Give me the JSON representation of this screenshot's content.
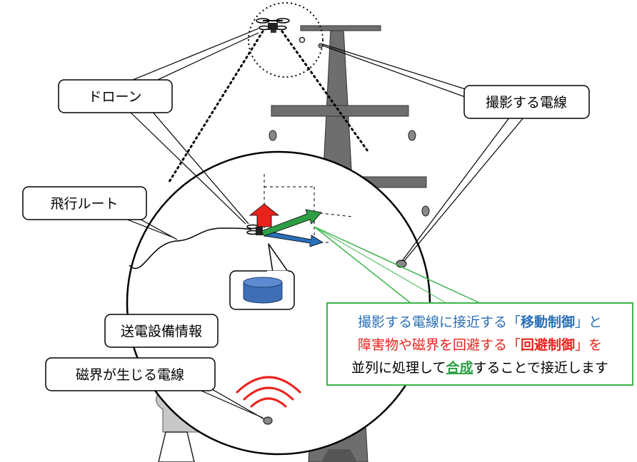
{
  "labels": {
    "drone": "ドローン",
    "target_line": "撮影する電線",
    "flight_route": "飛行ルート",
    "equipment_info": "送電設備情報",
    "magnetic_line": "磁界が生じる電線"
  },
  "info_box": {
    "line1": [
      {
        "text": "撮影する電線に接近する「",
        "color": "#2a6fb8"
      },
      {
        "text": "移動制御",
        "color": "#2a6fb8",
        "bold": true
      },
      {
        "text": "」と",
        "color": "#2a6fb8"
      }
    ],
    "line2": [
      {
        "text": "障害物や磁界を回避する「",
        "color": "#e8231c"
      },
      {
        "text": "回避制御",
        "color": "#e8231c",
        "bold": true
      },
      {
        "text": "」を",
        "color": "#e8231c"
      }
    ],
    "line3": [
      {
        "text": "並列に処理して",
        "color": "#000000"
      },
      {
        "text": "合成",
        "color": "#2e9e44",
        "bold": true,
        "underline": true
      },
      {
        "text": "することで接近します",
        "color": "#000000"
      }
    ]
  },
  "colors": {
    "tower": "#6e6e6e",
    "tower_dark": "#555555",
    "move_arrow": "#2e9e44",
    "avoid_arrow": "#e8231c",
    "composite_arrow": "#2a6fb8",
    "database": "#3f6eb5",
    "field_waves": "#e8231c",
    "info_border": "#3cb54a"
  },
  "icons": {
    "drone": "drone-icon",
    "database": "database-icon",
    "magnetic_field": "magnetic-field-waves-icon"
  }
}
